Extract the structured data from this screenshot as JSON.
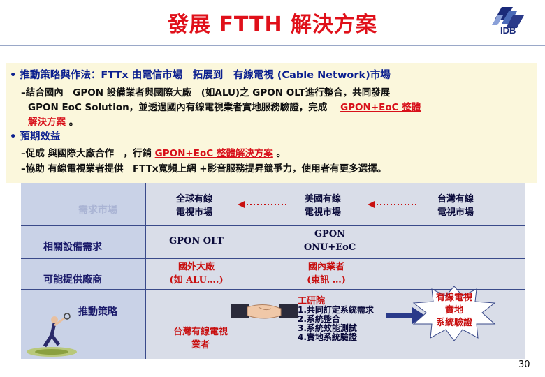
{
  "title": "發展 FTTH 解決方案",
  "logo": {
    "text": "IDB"
  },
  "bullets": {
    "strategy": {
      "label": "推動策略與作法",
      "text": "：FTTx 由電信市場　拓展到　有線電視 (Cable Network)市場",
      "sub_line1": "–結合國內　GPON 設備業者與國際大廠　(如ALU)之 GPON OLT進行整合，共同發展",
      "sub_line2_a": "GPON EoC Solution，並透過國內有線電視業者實地服務驗證，完成",
      "sub_line2_red": "GPON+EoC 整體",
      "sub_line3_red": "解決方案",
      "sub_line3_end": "。"
    },
    "benefit": {
      "label": "預期效益",
      "line1_a": "–促成 與國際大廠合作　，行銷",
      "line1_red": "GPON+EoC 整體解決方案",
      "line1_end": "。",
      "line2": "–協助 有線電視業者提供　FTTx寬頻上網 +影音服務提昇競爭力，使用者有更多選擇。"
    }
  },
  "table": {
    "rows": {
      "market": "需求市場",
      "equipment": "相關設備需求",
      "vendors": "可能提供廠商",
      "strategy": "推動策略"
    },
    "market": {
      "global": "全球有線\n電視市場",
      "us": "美國有線\n電視市場",
      "tw": "台灣有線\n電視市場"
    },
    "equipment": {
      "olt": "GPON OLT",
      "onu": "GPON\nONU+EoC"
    },
    "vendors": {
      "foreign": "國外大廠\n(如 ALU….)",
      "domestic": "國內業者\n(東訊 …)"
    },
    "strategy": {
      "operator": "台灣有線電視\n業者",
      "itri_title": "工研院",
      "itri_items": "1.共同訂定系統需求\n2.系統整合\n3.系統效能測試\n4.實地系統驗證",
      "verify": "有線電視\n實地\n系統驗證"
    }
  },
  "page_number": "30",
  "colors": {
    "title": "#e0101a",
    "accent_blue": "#0b1f8f",
    "highlight_red": "#d8101a",
    "panel": "#d9dde8"
  }
}
